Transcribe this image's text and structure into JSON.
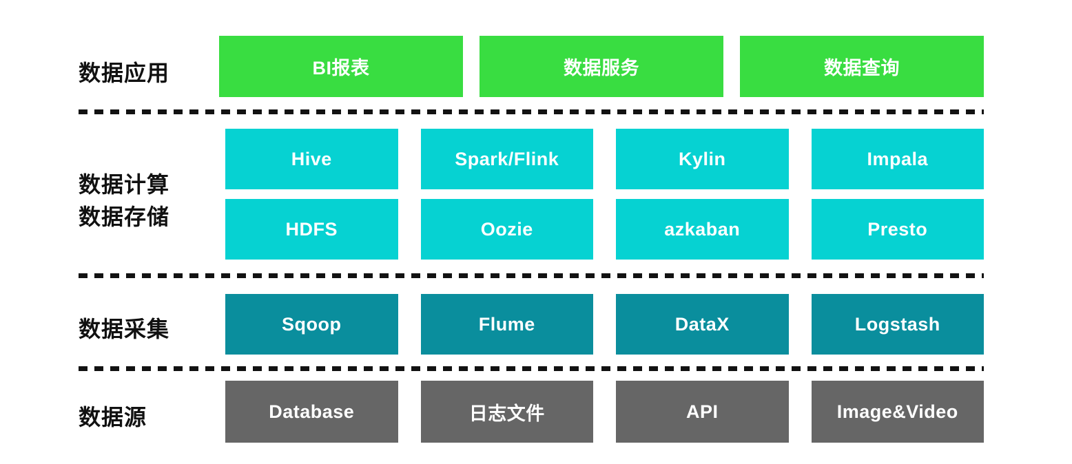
{
  "colors": {
    "background": "#ffffff",
    "label_text": "#111111",
    "box_text": "#ffffff",
    "application_green": "#39dd41",
    "compute_cyan": "#06d2d2",
    "collection_teal": "#0a8e9d",
    "source_gray": "#666666",
    "divider_black": "#121212"
  },
  "rows": {
    "application": {
      "label": "数据应用",
      "boxes": [
        "BI报表",
        "数据服务",
        "数据查询"
      ]
    },
    "compute_storage": {
      "label_line1": "数据计算",
      "label_line2": "数据存储",
      "row1": [
        "Hive",
        "Spark/Flink",
        "Kylin",
        "Impala"
      ],
      "row2": [
        "HDFS",
        "Oozie",
        "azkaban",
        "Presto"
      ]
    },
    "collection": {
      "label": "数据采集",
      "boxes": [
        "Sqoop",
        "Flume",
        "DataX",
        "Logstash"
      ]
    },
    "source": {
      "label": "数据源",
      "boxes": [
        "Database",
        "日志文件",
        "API",
        "Image&Video"
      ]
    }
  }
}
